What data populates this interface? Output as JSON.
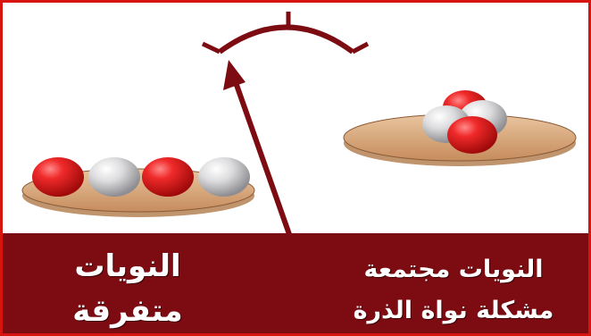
{
  "labels": {
    "separated": {
      "line1": "النويات",
      "line2": "متفرقة"
    },
    "bound": {
      "line1": "النويات مجتمعة",
      "line2": "مشكلة نواة الذرة"
    }
  },
  "legend_colors": {
    "proton": "#e0191e",
    "neutron": "#d4d4d6",
    "plate": "#d8a67a",
    "scale_and_banner": "#7c0b12",
    "border": "#d8140f"
  },
  "icons": [
    "balance-scale-beam-icon",
    "arrow-icon",
    "pan-icon",
    "proton-sphere-icon",
    "neutron-sphere-icon"
  ]
}
